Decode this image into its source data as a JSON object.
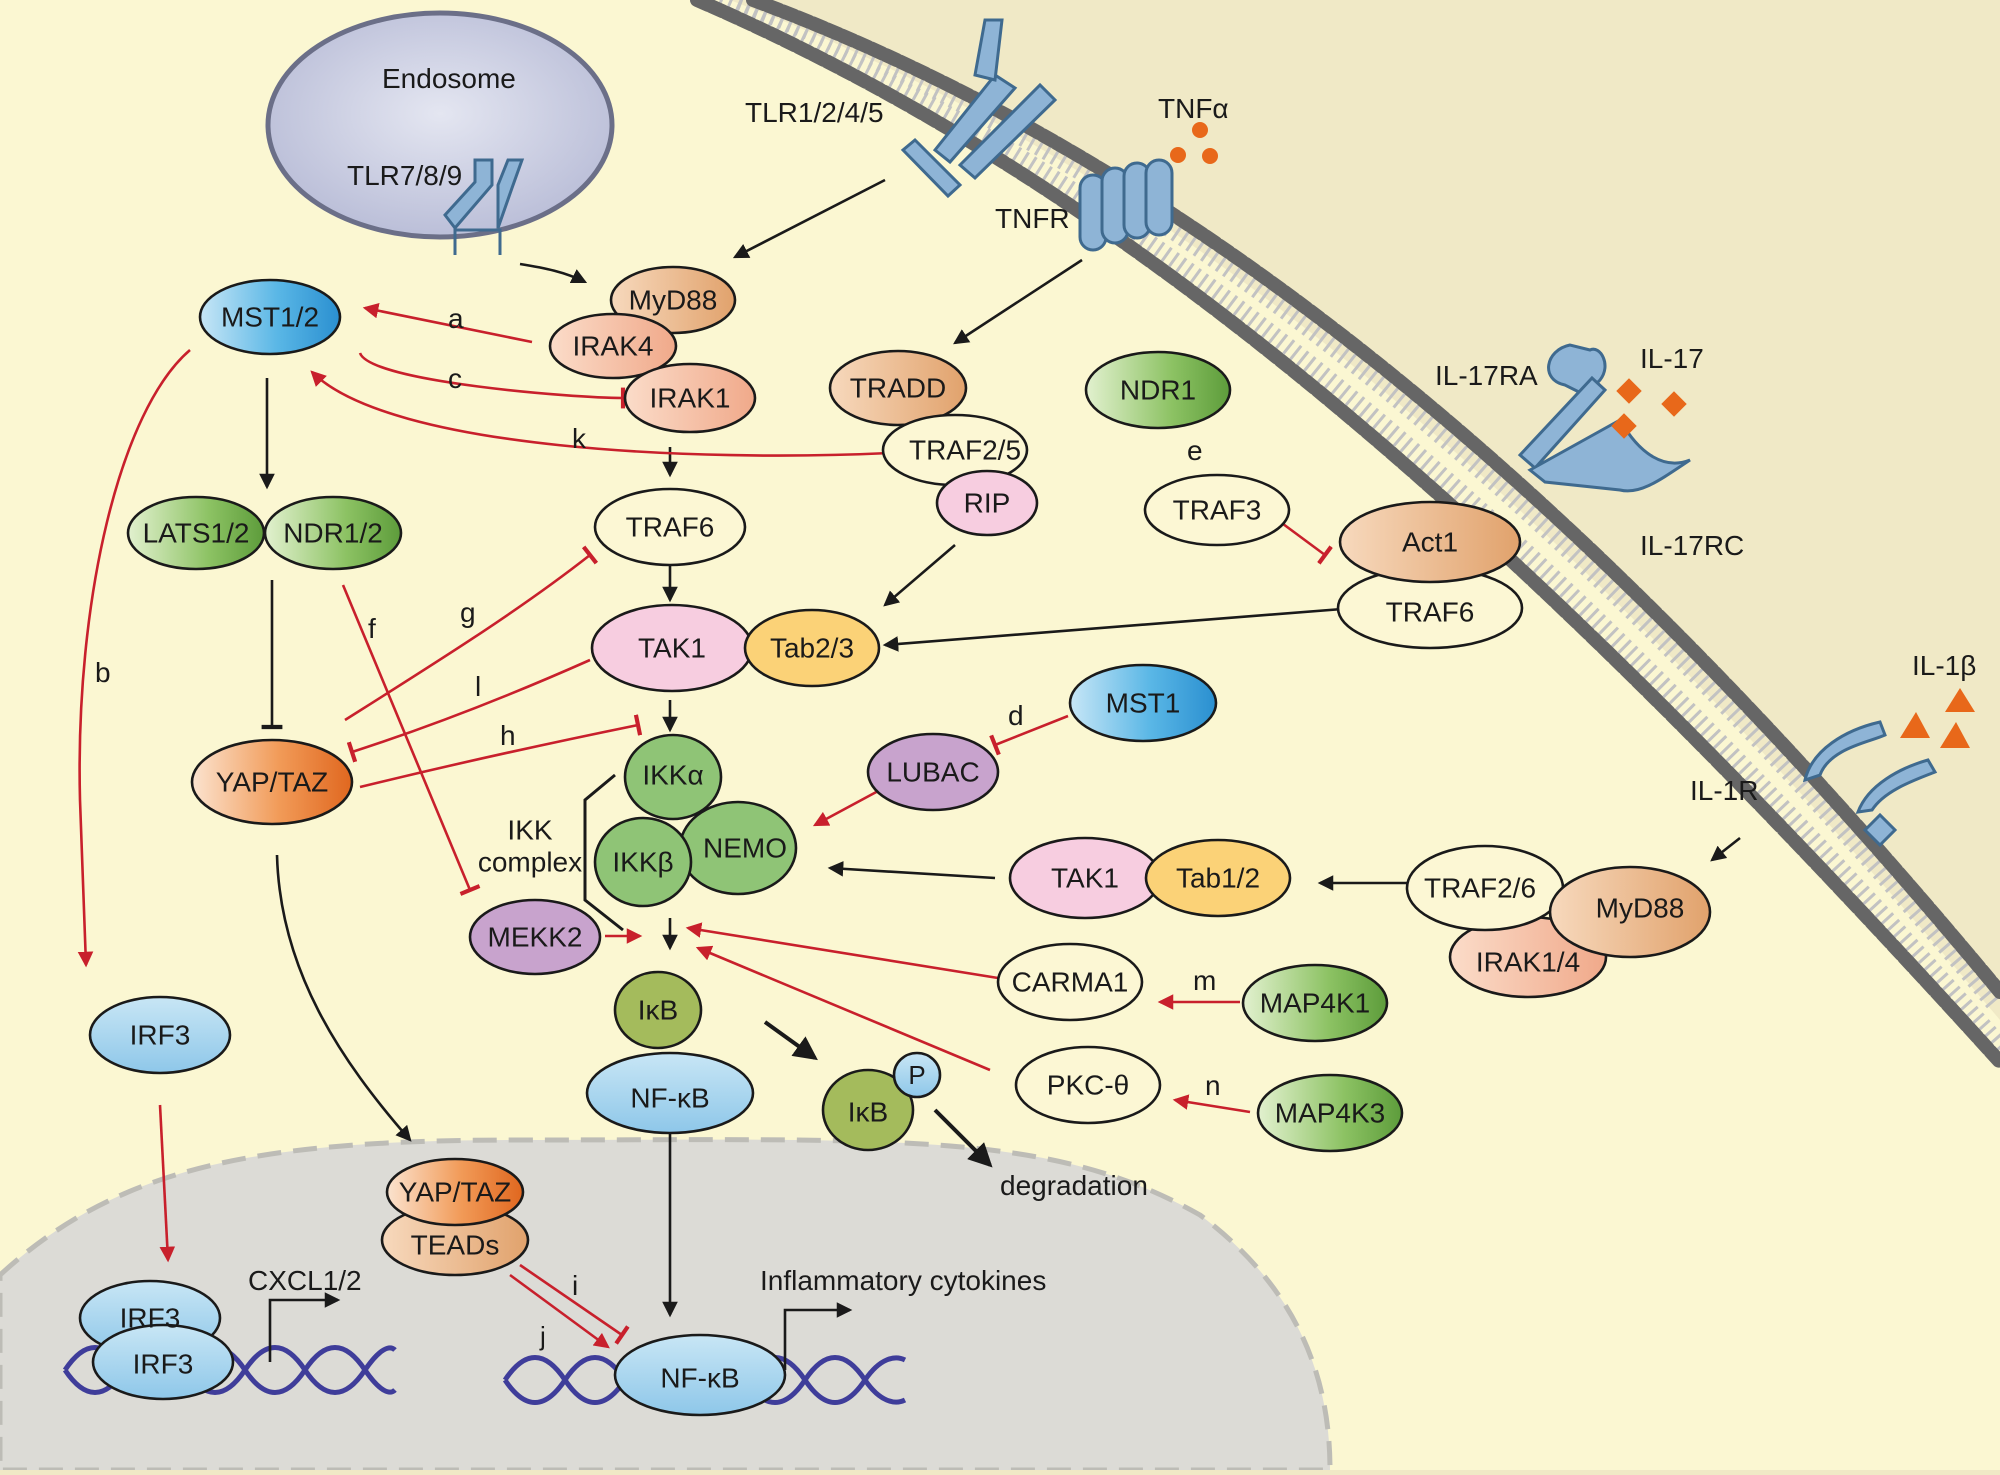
{
  "compartments": {
    "endosome": "Endosome",
    "ikk_complex_line1": "IKK",
    "ikk_complex_line2": "complex"
  },
  "receptors": {
    "tlr_endosomal": "TLR7/8/9",
    "tlr_surface": "TLR1/2/4/5",
    "tnfr": "TNFR",
    "il17ra": "IL-17RA",
    "il17rc": "IL-17RC",
    "il1r": "IL-1R"
  },
  "ligands": {
    "tnfa": "TNFα",
    "il17": "IL-17",
    "il1b": "IL-1β"
  },
  "nodes": {
    "myd88_top": "MyD88",
    "irak4": "IRAK4",
    "irak1": "IRAK1",
    "mst12": "MST1/2",
    "lats12": "LATS1/2",
    "ndr12": "NDR1/2",
    "yaptaz": "YAP/TAZ",
    "irf3": "IRF3",
    "tradd": "TRADD",
    "traf25": "TRAF2/5",
    "rip": "RIP",
    "traf6_mid": "TRAF6",
    "tak1_mid": "TAK1",
    "tab23": "Tab2/3",
    "ndr1": "NDR1",
    "traf3": "TRAF3",
    "act1": "Act1",
    "traf6_right": "TRAF6",
    "mst1": "MST1",
    "lubac": "LUBAC",
    "ikka": "IKKα",
    "ikkb": "IKKβ",
    "nemo": "NEMO",
    "mekk2": "MEKK2",
    "tak1_low": "TAK1",
    "tab12": "Tab1/2",
    "traf26": "TRAF2/6",
    "myd88_right": "MyD88",
    "irak14": "IRAK1/4",
    "ikb": "IκB",
    "nfkb_cyto": "NF-κB",
    "ikb_p": "IκB",
    "p": "P",
    "carma1": "CARMA1",
    "map4k1": "MAP4K1",
    "pkc": "PKC-θ",
    "map4k3": "MAP4K3",
    "yaptaz_nuc": "YAP/TAZ",
    "teads": "TEADs",
    "irf3_nuc_a": "IRF3",
    "irf3_nuc_b": "IRF3",
    "nfkb_nuc": "NF-κB"
  },
  "text_labels": {
    "degradation": "degradation",
    "cxcl": "CXCL1/2",
    "cytokines": "Inflammatory cytokines"
  },
  "edge_letters": {
    "a": "a",
    "b": "b",
    "c": "c",
    "d": "d",
    "e": "e",
    "f": "f",
    "g": "g",
    "h": "h",
    "i": "i",
    "j": "j",
    "k": "k",
    "l": "l",
    "m": "m",
    "n": "n"
  },
  "colors": {
    "cytoplasm": "#fbf7d2",
    "extracellular": "#f0e9c6",
    "nucleus": "#dcdbd6",
    "endosome": "#d0d4e6",
    "receptor": "#8eb4d6",
    "ligand": "#e8681a",
    "red_arrow": "#c8202c",
    "black_arrow": "#1a1a1a",
    "dna": "#3f3d9a"
  }
}
